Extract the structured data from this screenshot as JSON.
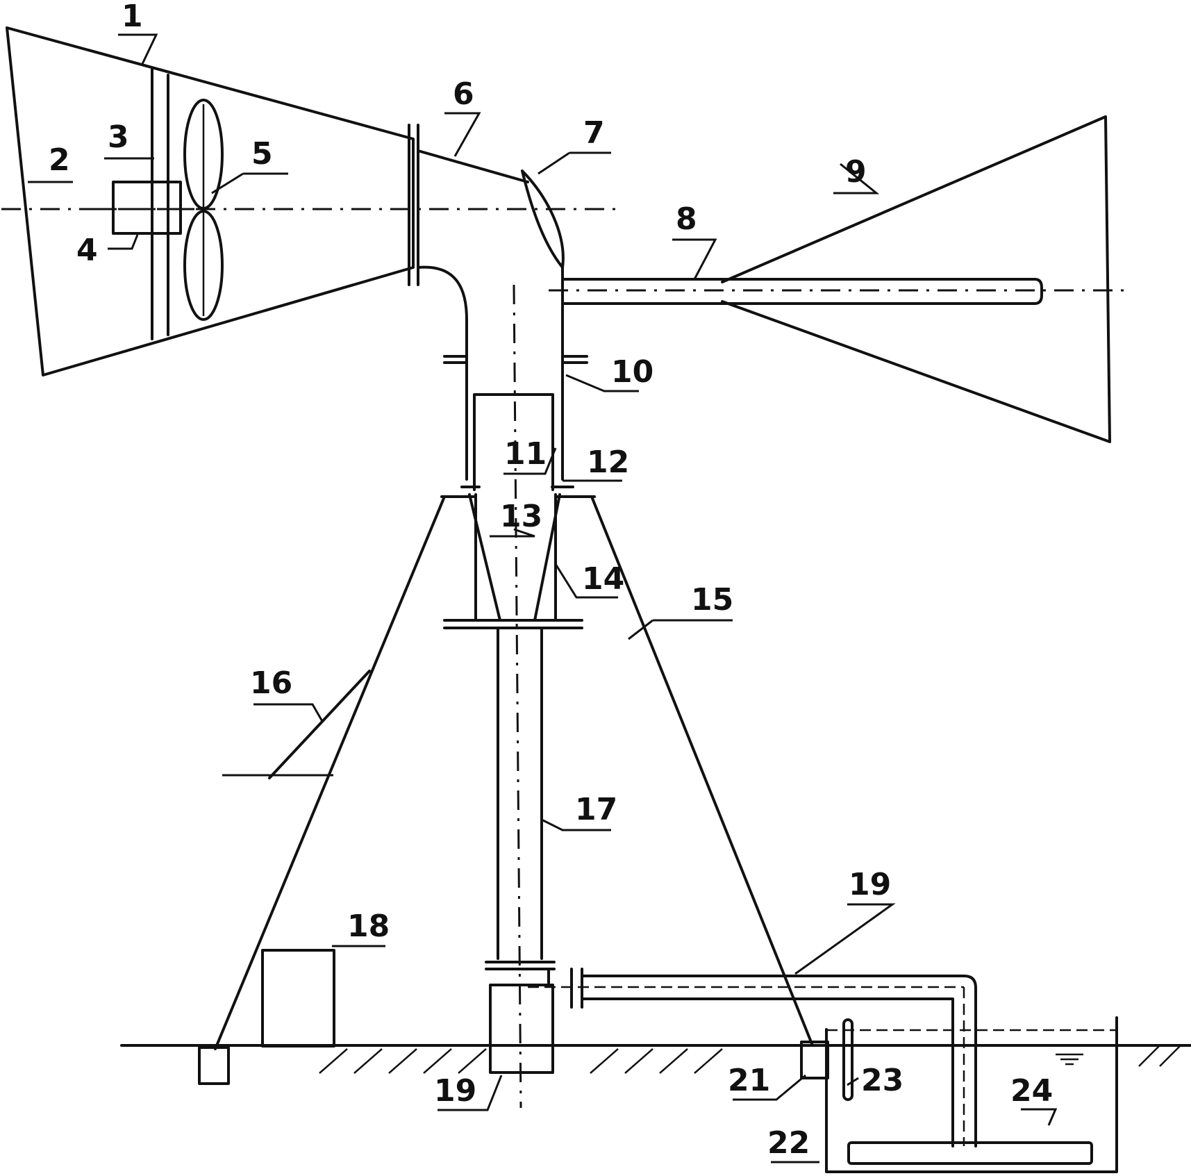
{
  "labels": {
    "l1": "1",
    "l2": "2",
    "l3": "3",
    "l4": "4",
    "l5": "5",
    "l6": "6",
    "l7": "7",
    "l8": "8",
    "l9": "9",
    "l10": "10",
    "l11": "11",
    "l12": "12",
    "l13": "13",
    "l14": "14",
    "l15": "15",
    "l16": "16",
    "l17": "17",
    "l18": "18",
    "l19a": "19",
    "l19b": "19",
    "l21": "21",
    "l22": "22",
    "l23": "23",
    "l24": "24"
  }
}
